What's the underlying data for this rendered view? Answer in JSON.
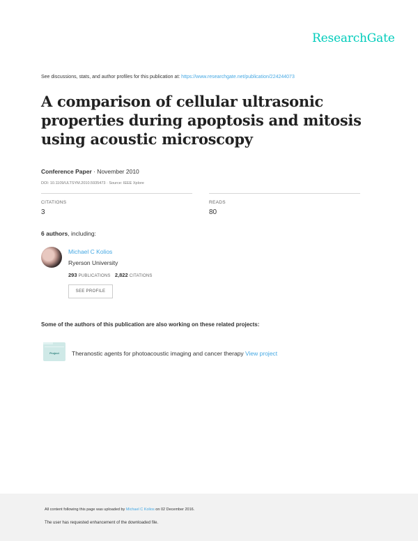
{
  "header": {
    "logo_text": "ResearchGate"
  },
  "intro": {
    "text": "See discussions, stats, and author profiles for this publication at: ",
    "link": "https://www.researchgate.net/publication/224244073"
  },
  "publication": {
    "title": "A comparison of cellular ultrasonic properties during apoptosis and mitosis using acoustic microscopy",
    "type": "Conference Paper",
    "date": " · November 2010",
    "doi_source": "DOI: 10.1109/ULTSYM.2010.5935473 · Source: IEEE Xplore"
  },
  "stats": {
    "citations_label": "CITATIONS",
    "citations_value": "3",
    "reads_label": "READS",
    "reads_value": "80"
  },
  "authors": {
    "count_bold": "6 authors",
    "count_rest": ", including:",
    "list": [
      {
        "name": "Michael C Kolios",
        "institution": "Ryerson University",
        "publications_count": "293",
        "publications_label": "PUBLICATIONS",
        "citations_count": "2,822",
        "citations_label": "CITATIONS",
        "button_label": "SEE PROFILE"
      }
    ]
  },
  "related": {
    "heading": "Some of the authors of this publication are also working on these related projects:",
    "projects": [
      {
        "icon_label": "Project",
        "title": "Theranostic agents for photoacoustic imaging and cancer therapy ",
        "link_label": "View project"
      }
    ]
  },
  "footer": {
    "line1_prefix": "All content following this page was uploaded by ",
    "line1_uploader": "Michael C Kolios",
    "line1_suffix": " on 02 December 2016.",
    "line2": "The user has requested enhancement of the downloaded file."
  },
  "colors": {
    "brand": "#00ccbb",
    "link": "#45a8e3",
    "footer_bg": "#f2f2f2"
  }
}
